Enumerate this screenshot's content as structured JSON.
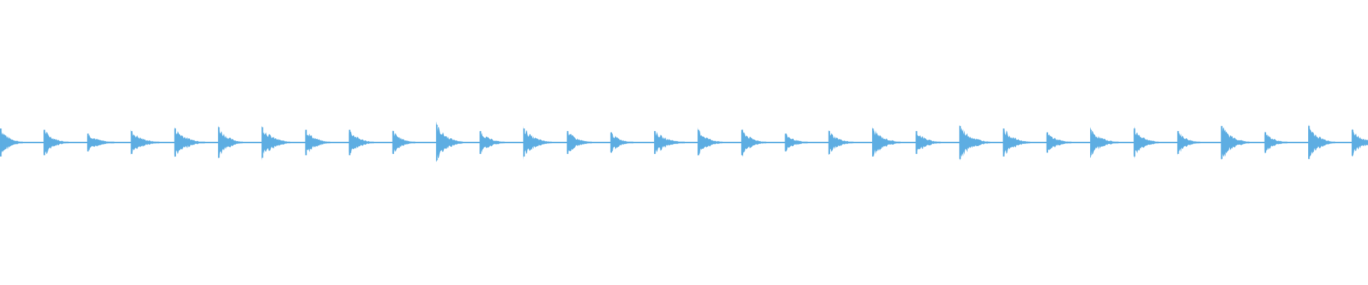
{
  "waveform": {
    "color": "#5DADE2",
    "background": "#FFFFFF",
    "beats": [
      {
        "amp": 0.55,
        "decay": 0.5
      },
      {
        "amp": 0.5,
        "decay": 0.6
      },
      {
        "amp": 0.35,
        "decay": 0.7
      },
      {
        "amp": 0.45,
        "decay": 0.8
      },
      {
        "amp": 0.55,
        "decay": 0.9
      },
      {
        "amp": 0.6,
        "decay": 0.6
      },
      {
        "amp": 0.6,
        "decay": 0.8
      },
      {
        "amp": 0.5,
        "decay": 0.6
      },
      {
        "amp": 0.5,
        "decay": 0.6
      },
      {
        "amp": 0.45,
        "decay": 0.5
      },
      {
        "amp": 0.7,
        "decay": 0.7
      },
      {
        "amp": 0.45,
        "decay": 0.6
      },
      {
        "amp": 0.55,
        "decay": 0.8
      },
      {
        "amp": 0.45,
        "decay": 0.6
      },
      {
        "amp": 0.4,
        "decay": 0.5
      },
      {
        "amp": 0.45,
        "decay": 0.9
      },
      {
        "amp": 0.5,
        "decay": 0.6
      },
      {
        "amp": 0.5,
        "decay": 0.6
      },
      {
        "amp": 0.35,
        "decay": 0.5
      },
      {
        "amp": 0.45,
        "decay": 0.6
      },
      {
        "amp": 0.55,
        "decay": 0.8
      },
      {
        "amp": 0.45,
        "decay": 0.6
      },
      {
        "amp": 0.65,
        "decay": 0.9
      },
      {
        "amp": 0.55,
        "decay": 0.7
      },
      {
        "amp": 0.4,
        "decay": 0.6
      },
      {
        "amp": 0.5,
        "decay": 0.8
      },
      {
        "amp": 0.55,
        "decay": 0.6
      },
      {
        "amp": 0.45,
        "decay": 0.5
      },
      {
        "amp": 0.65,
        "decay": 0.8
      },
      {
        "amp": 0.4,
        "decay": 0.5
      },
      {
        "amp": 0.65,
        "decay": 0.7
      },
      {
        "amp": 0.5,
        "decay": 0.6
      }
    ]
  }
}
